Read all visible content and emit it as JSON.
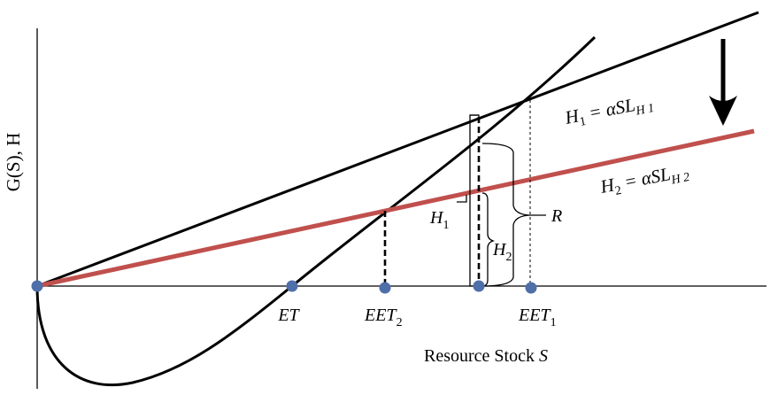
{
  "diagram": {
    "y_axis_label": "G(S), H",
    "x_axis_label": {
      "prefix": "Resource Stock ",
      "var": "S"
    },
    "line_h1": {
      "lhs": "H",
      "lhs_sub": "1",
      "eq": " = αSL",
      "eq_sub": "H 1",
      "color": "#000000"
    },
    "line_h2": {
      "lhs": "H",
      "lhs_sub": "2",
      "eq": " = αSL",
      "eq_sub": "H 2",
      "color": "#c0504d"
    },
    "points": {
      "et": "ET",
      "eet2": {
        "main": "EET",
        "sub": "2"
      },
      "eet1": {
        "main": "EET",
        "sub": "1"
      }
    },
    "brace_labels": {
      "h1": {
        "main": "H",
        "sub": "1"
      },
      "h2": {
        "main": "H",
        "sub": "2"
      },
      "r": "R"
    },
    "marker_color": "#4f6fa8",
    "arrow_icon": "down-arrow-icon"
  }
}
